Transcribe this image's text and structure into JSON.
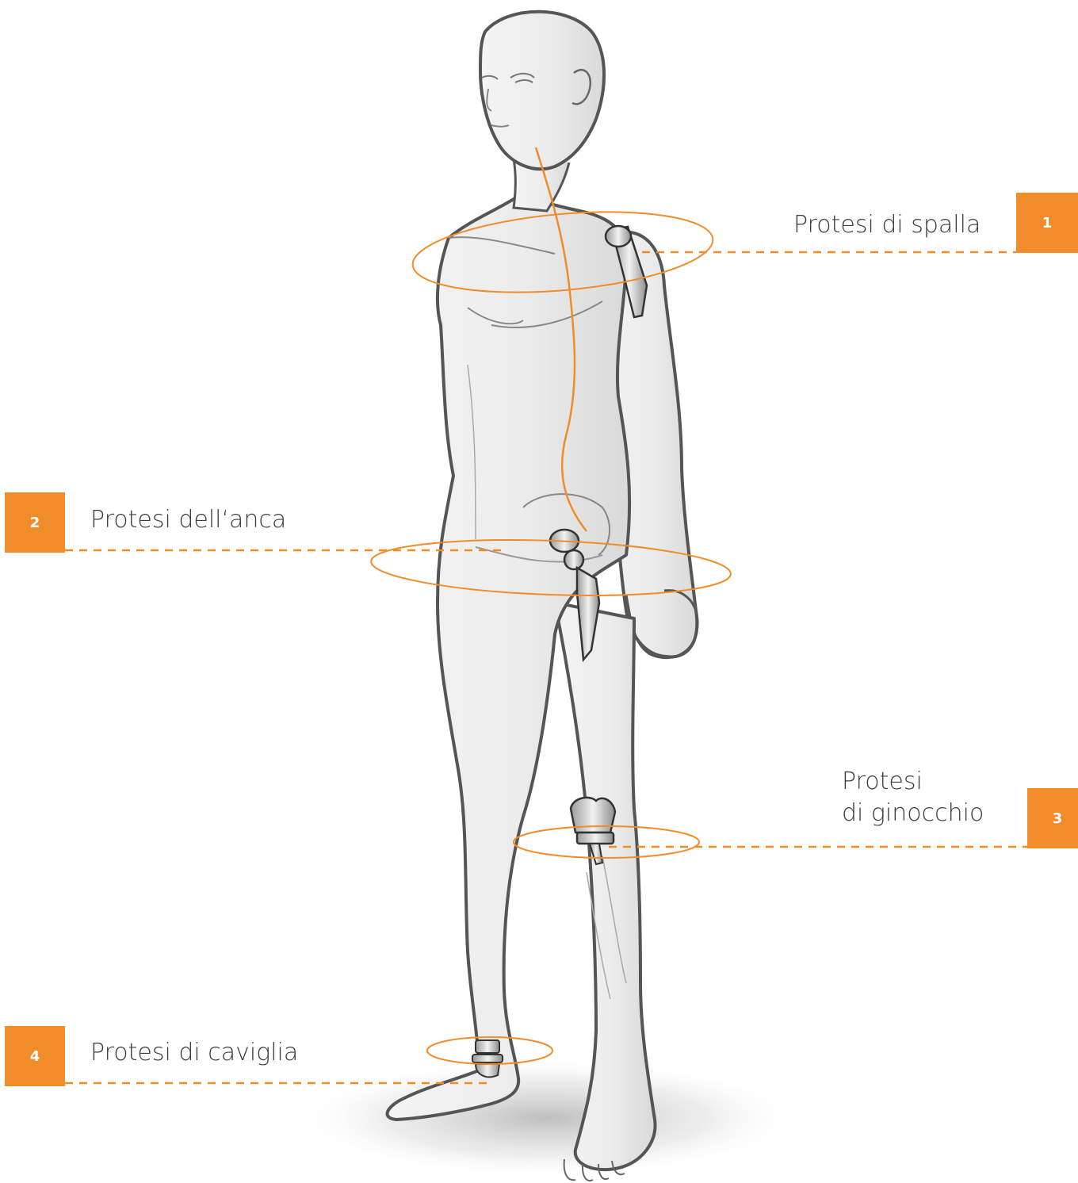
{
  "accent_color": "#f08c2a",
  "callouts": [
    {
      "number": "1",
      "label": "Protesi di spalla"
    },
    {
      "number": "2",
      "label": "Protesi dell‘anca"
    },
    {
      "number": "3",
      "label_line1": "Protesi",
      "label_line2": "di ginocchio"
    },
    {
      "number": "4",
      "label": "Protesi di caviglia"
    }
  ]
}
